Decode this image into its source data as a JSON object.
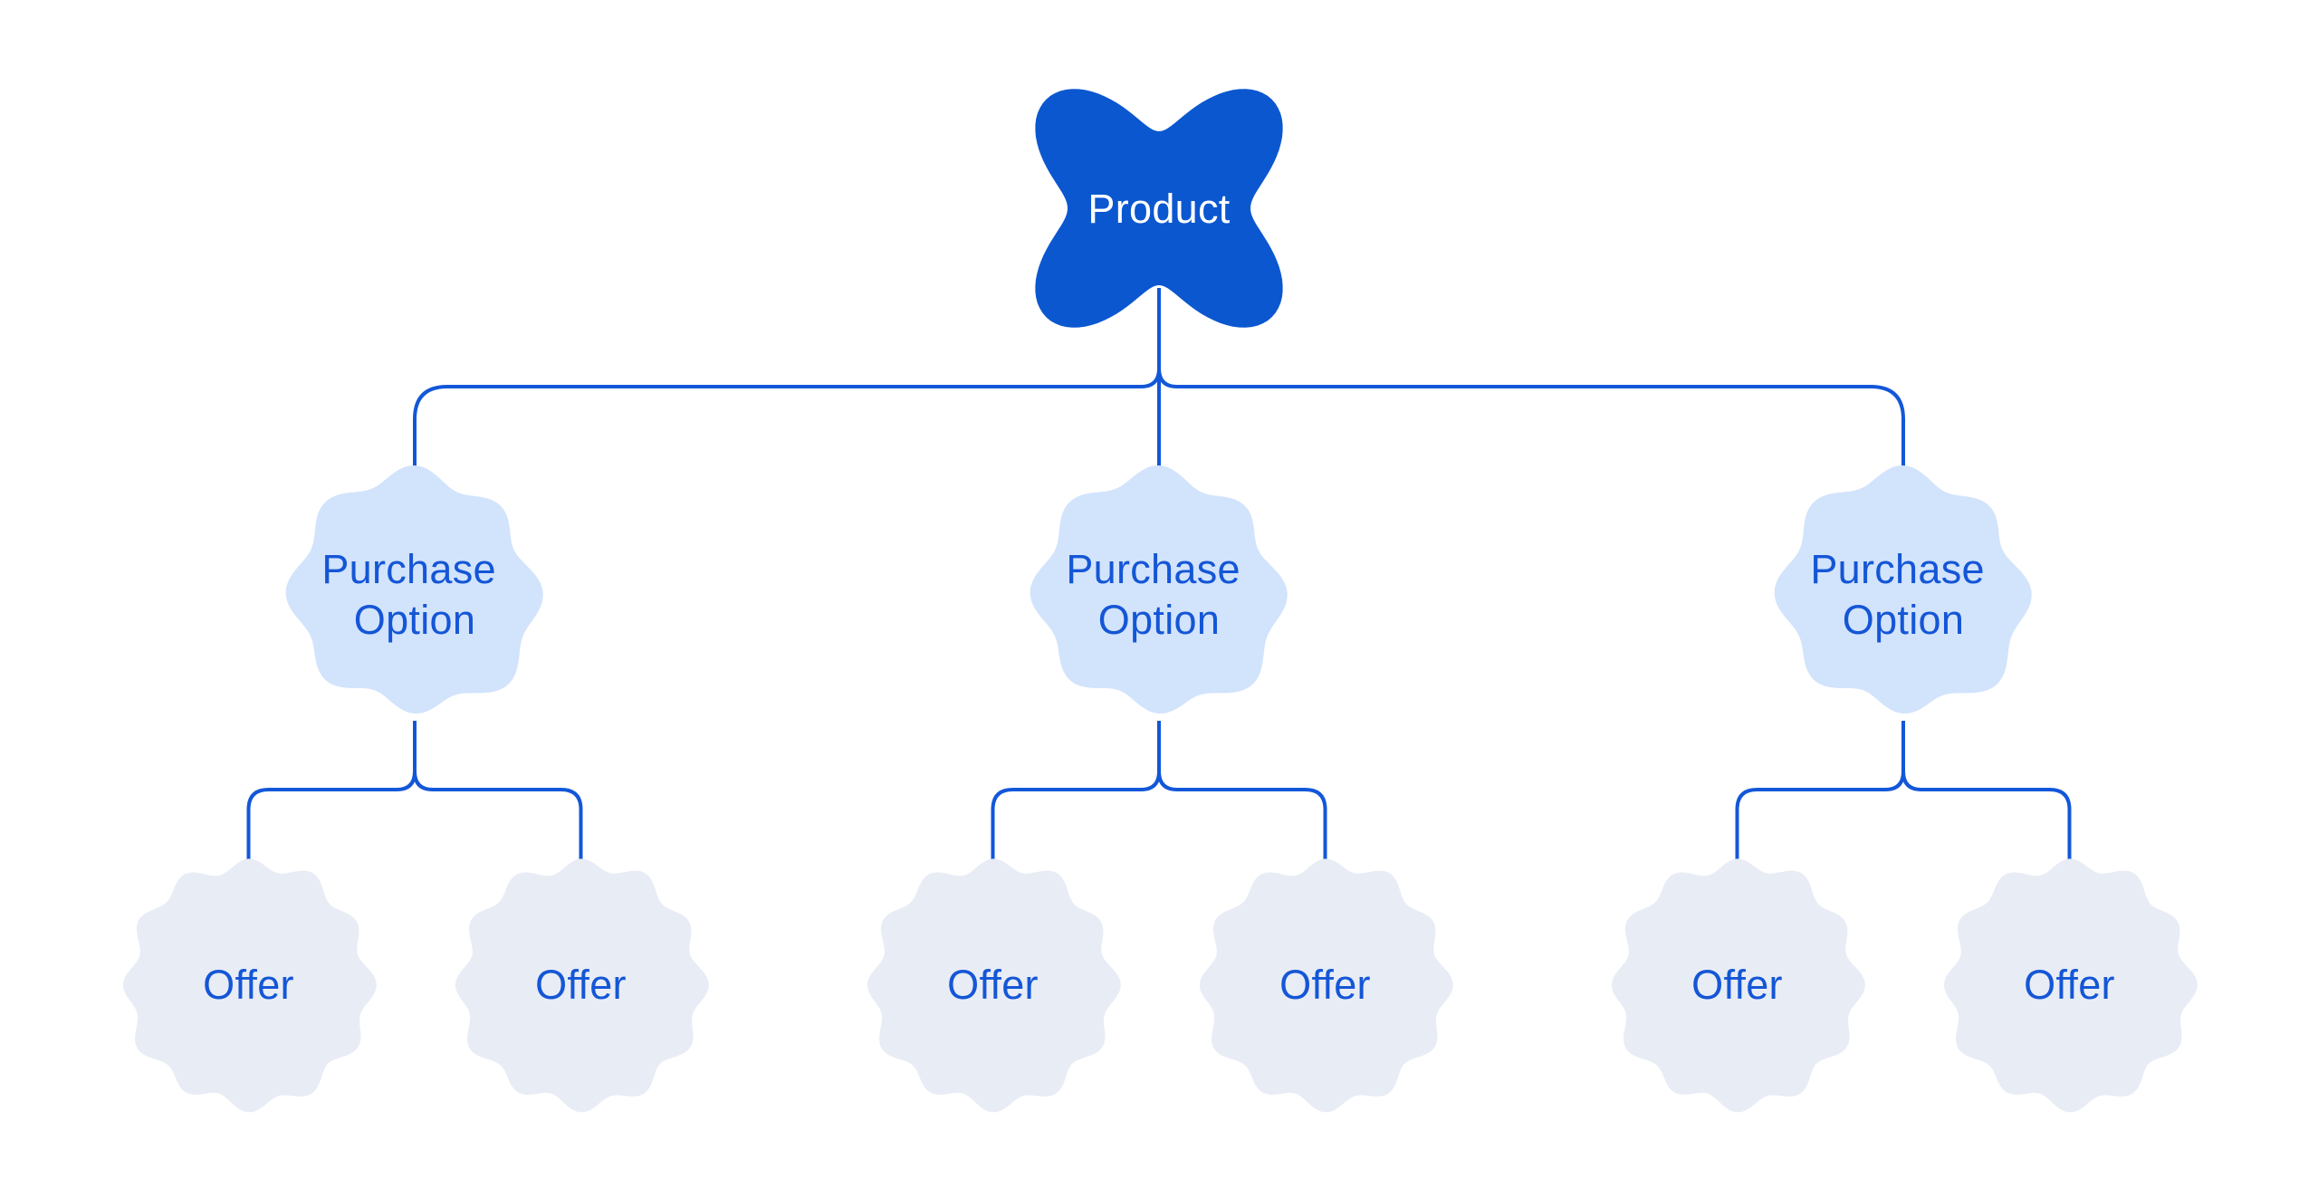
{
  "diagram": {
    "root": {
      "label": "Product"
    },
    "purchase_options": [
      {
        "label_lines": [
          "Purchase",
          "Option"
        ],
        "offers": [
          {
            "label": "Offer"
          },
          {
            "label": "Offer"
          }
        ]
      },
      {
        "label_lines": [
          "Purchase",
          "Option"
        ],
        "offers": [
          {
            "label": "Offer"
          },
          {
            "label": "Offer"
          }
        ]
      },
      {
        "label_lines": [
          "Purchase",
          "Option"
        ],
        "offers": [
          {
            "label": "Offer"
          },
          {
            "label": "Offer"
          }
        ]
      }
    ],
    "colors": {
      "background": "#ffffff",
      "product_fill": "#0b57d0",
      "product_text": "#ffffff",
      "purchase_option_fill": "#d2e3fc",
      "offer_fill": "#e8ecf5",
      "connector": "#1357d9",
      "label_text": "#1456d6"
    }
  }
}
